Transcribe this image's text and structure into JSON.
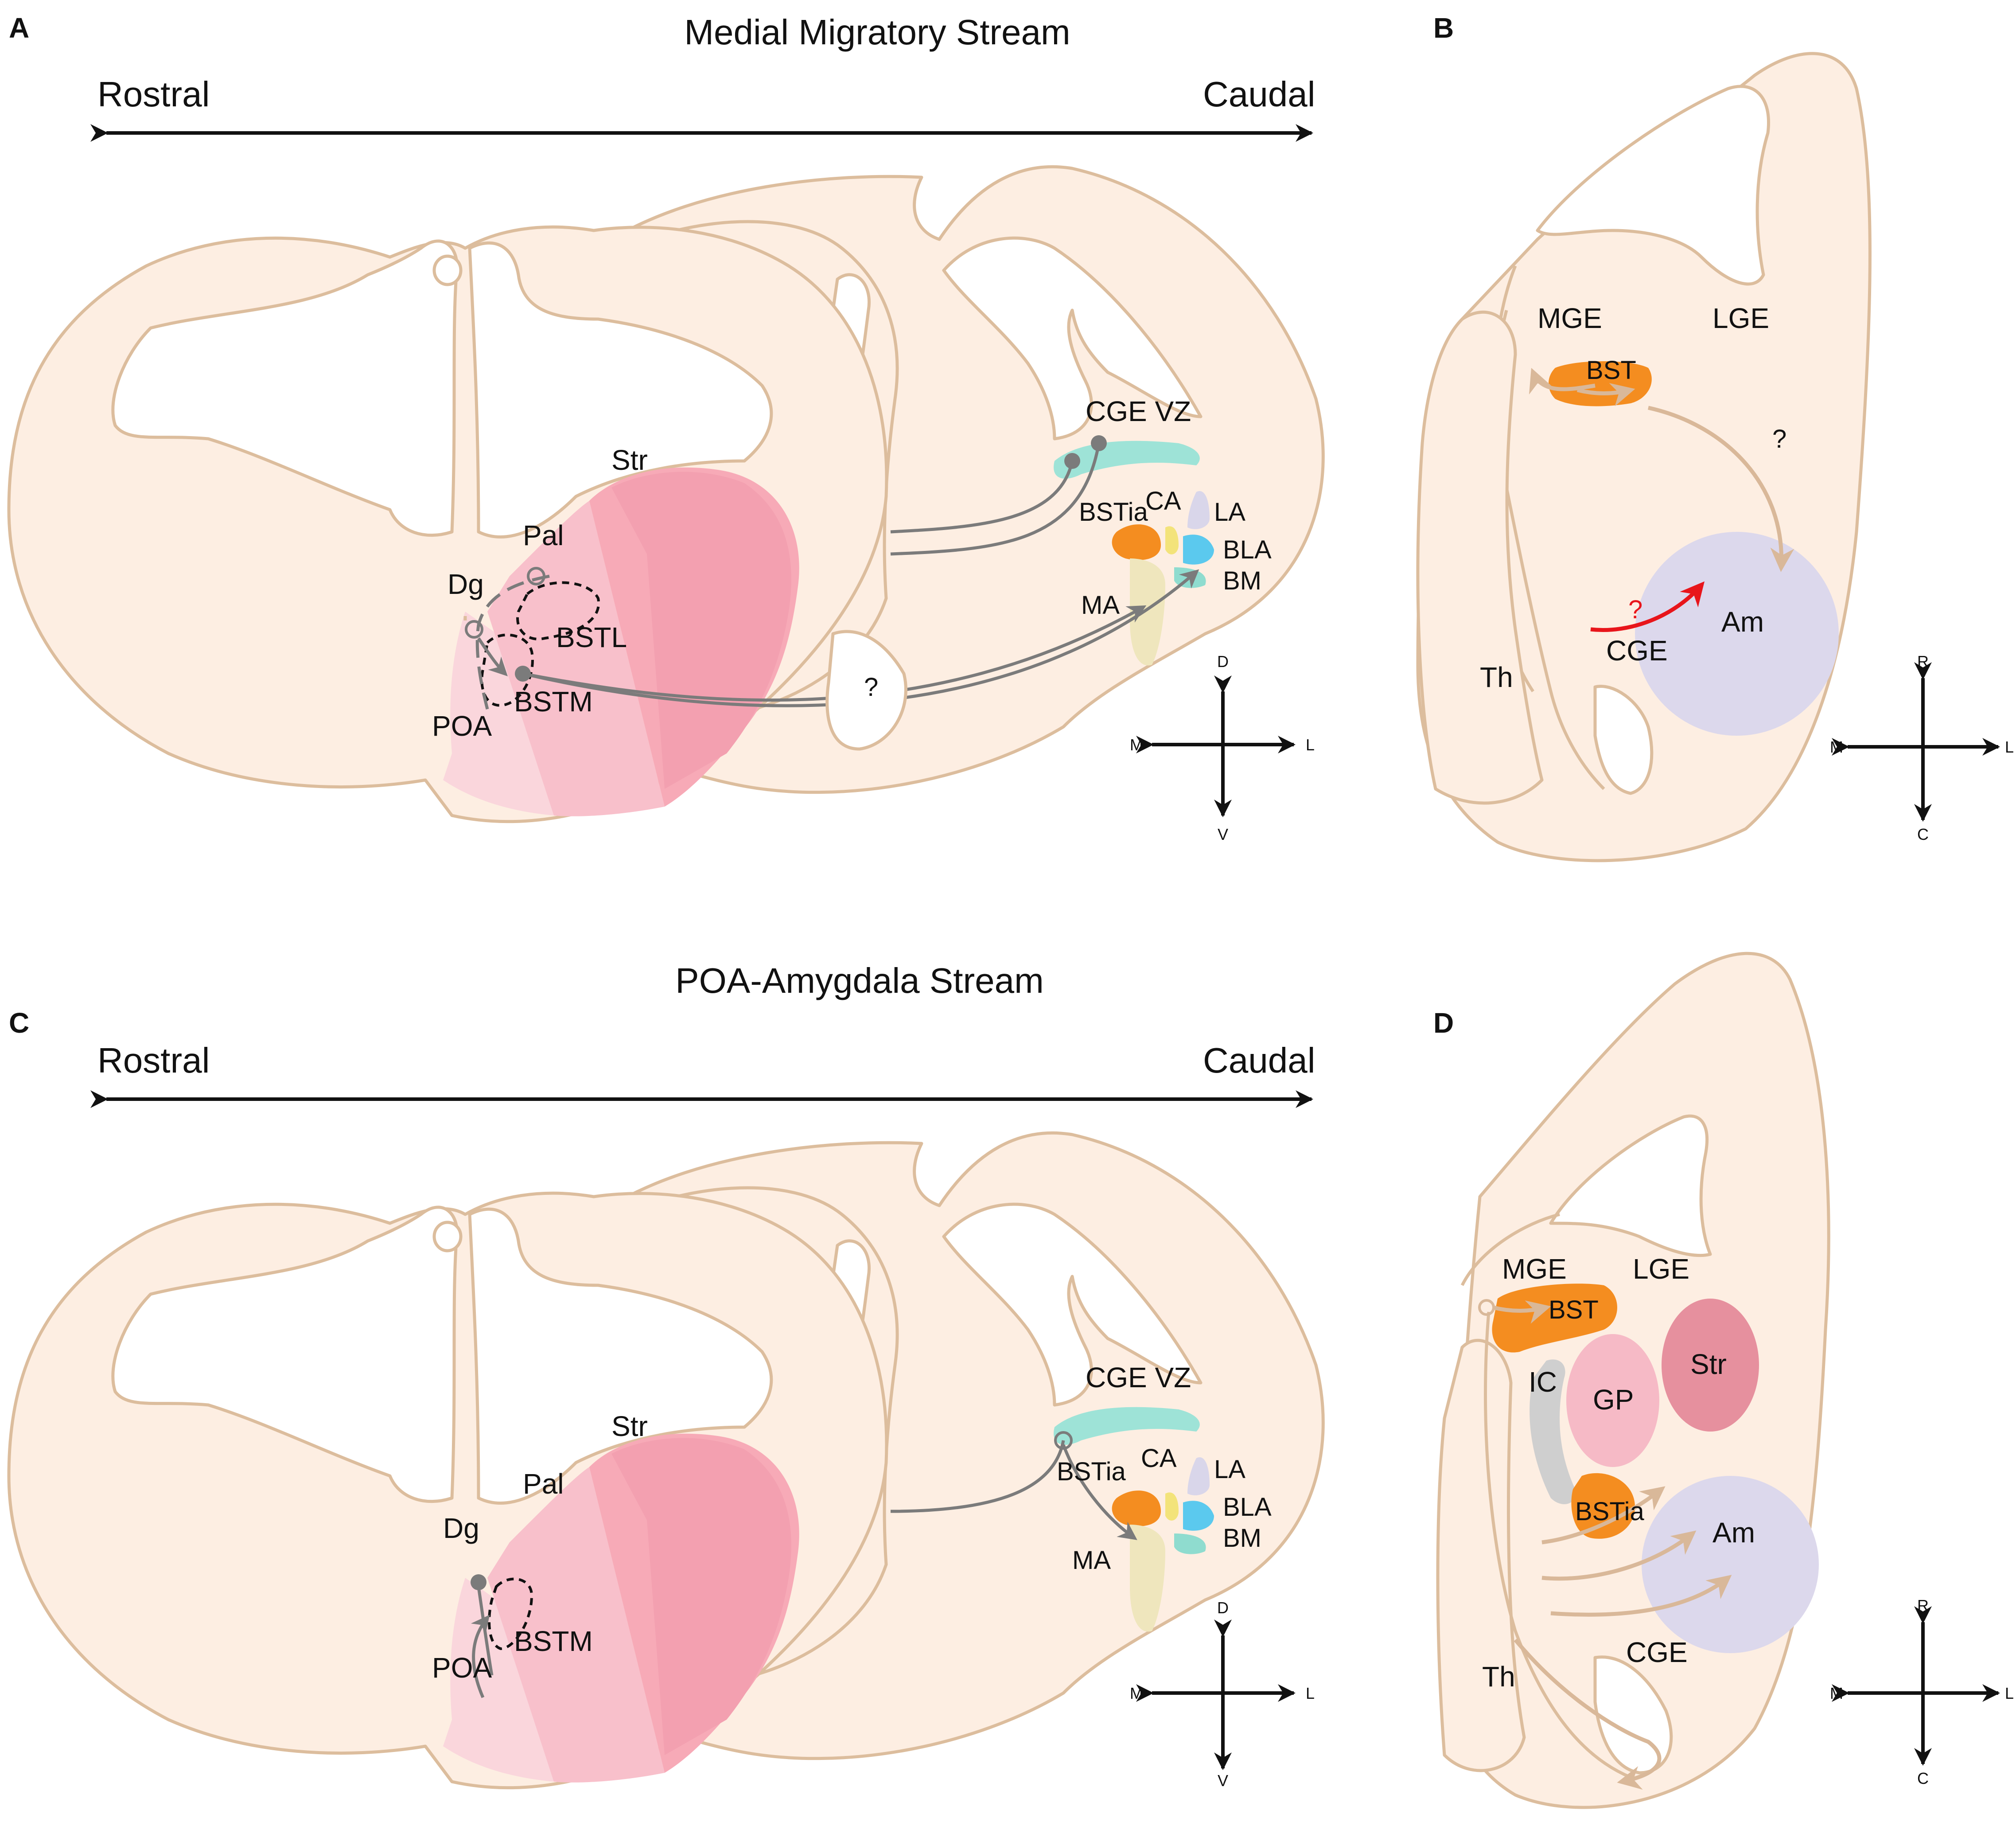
{
  "panels": {
    "A": {
      "letter": "A",
      "title": "Medial Migratory Stream",
      "rostral": "Rostral",
      "caudal": "Caudal",
      "labels": {
        "str": "Str",
        "pal": "Pal",
        "dg": "Dg",
        "bstl": "BSTL",
        "bstm": "BSTM",
        "poa": "POA",
        "cge_vz": "CGE VZ",
        "bstia": "BSTia",
        "ca": "CA",
        "la": "LA",
        "bla": "BLA",
        "bm": "BM",
        "ma": "MA",
        "question": "?"
      },
      "compass": {
        "d": "D",
        "v": "V",
        "m": "M",
        "l": "L"
      }
    },
    "B": {
      "letter": "B",
      "labels": {
        "mge": "MGE",
        "lge": "LGE",
        "bst": "BST",
        "am": "Am",
        "cge": "CGE",
        "th": "Th",
        "q1": "?",
        "q2": "?"
      },
      "compass": {
        "r": "R",
        "c": "C",
        "m": "M",
        "l": "L"
      }
    },
    "C": {
      "letter": "C",
      "title": "POA-Amygdala Stream",
      "rostral": "Rostral",
      "caudal": "Caudal",
      "labels": {
        "str": "Str",
        "pal": "Pal",
        "dg": "Dg",
        "bstm": "BSTM",
        "poa": "POA",
        "cge_vz": "CGE VZ",
        "bstia": "BSTia",
        "ca": "CA",
        "la": "LA",
        "bla": "BLA",
        "bm": "BM",
        "ma": "MA"
      },
      "compass": {
        "d": "D",
        "v": "V",
        "m": "M",
        "l": "L"
      }
    },
    "D": {
      "letter": "D",
      "labels": {
        "mge": "MGE",
        "lge": "LGE",
        "bst": "BST",
        "str": "Str",
        "ic": "IC",
        "gp": "GP",
        "bstia": "BSTia",
        "am": "Am",
        "cge": "CGE",
        "th": "Th"
      },
      "compass": {
        "r": "R",
        "c": "C",
        "m": "M",
        "l": "L"
      }
    }
  },
  "colors": {
    "brain_fill": "#fdeee2",
    "brain_outline": "#dcbd9d",
    "striatum_pink": "#f7aab7",
    "pal_pink": "#f8c0cb",
    "poa_pink": "#fad6dc",
    "cge_vz": "#9ee3d7",
    "bst_orange": "#f48d20",
    "ca_yellow": "#f3e37a",
    "la_lavender": "#d9d6ea",
    "bla_blue": "#5bc9ee",
    "bm_teal": "#8fdccf",
    "ma_beige": "#efe6bd",
    "amygdala_lavender": "#dcd8ec",
    "gp_pink": "#f6bac6",
    "str_dark_pink": "#e6909e",
    "ic_gray": "#cfcfcf",
    "migration_gray": "#7b7b7b",
    "migration_tan": "#d9b899",
    "red_arrow": "#e8151b"
  }
}
